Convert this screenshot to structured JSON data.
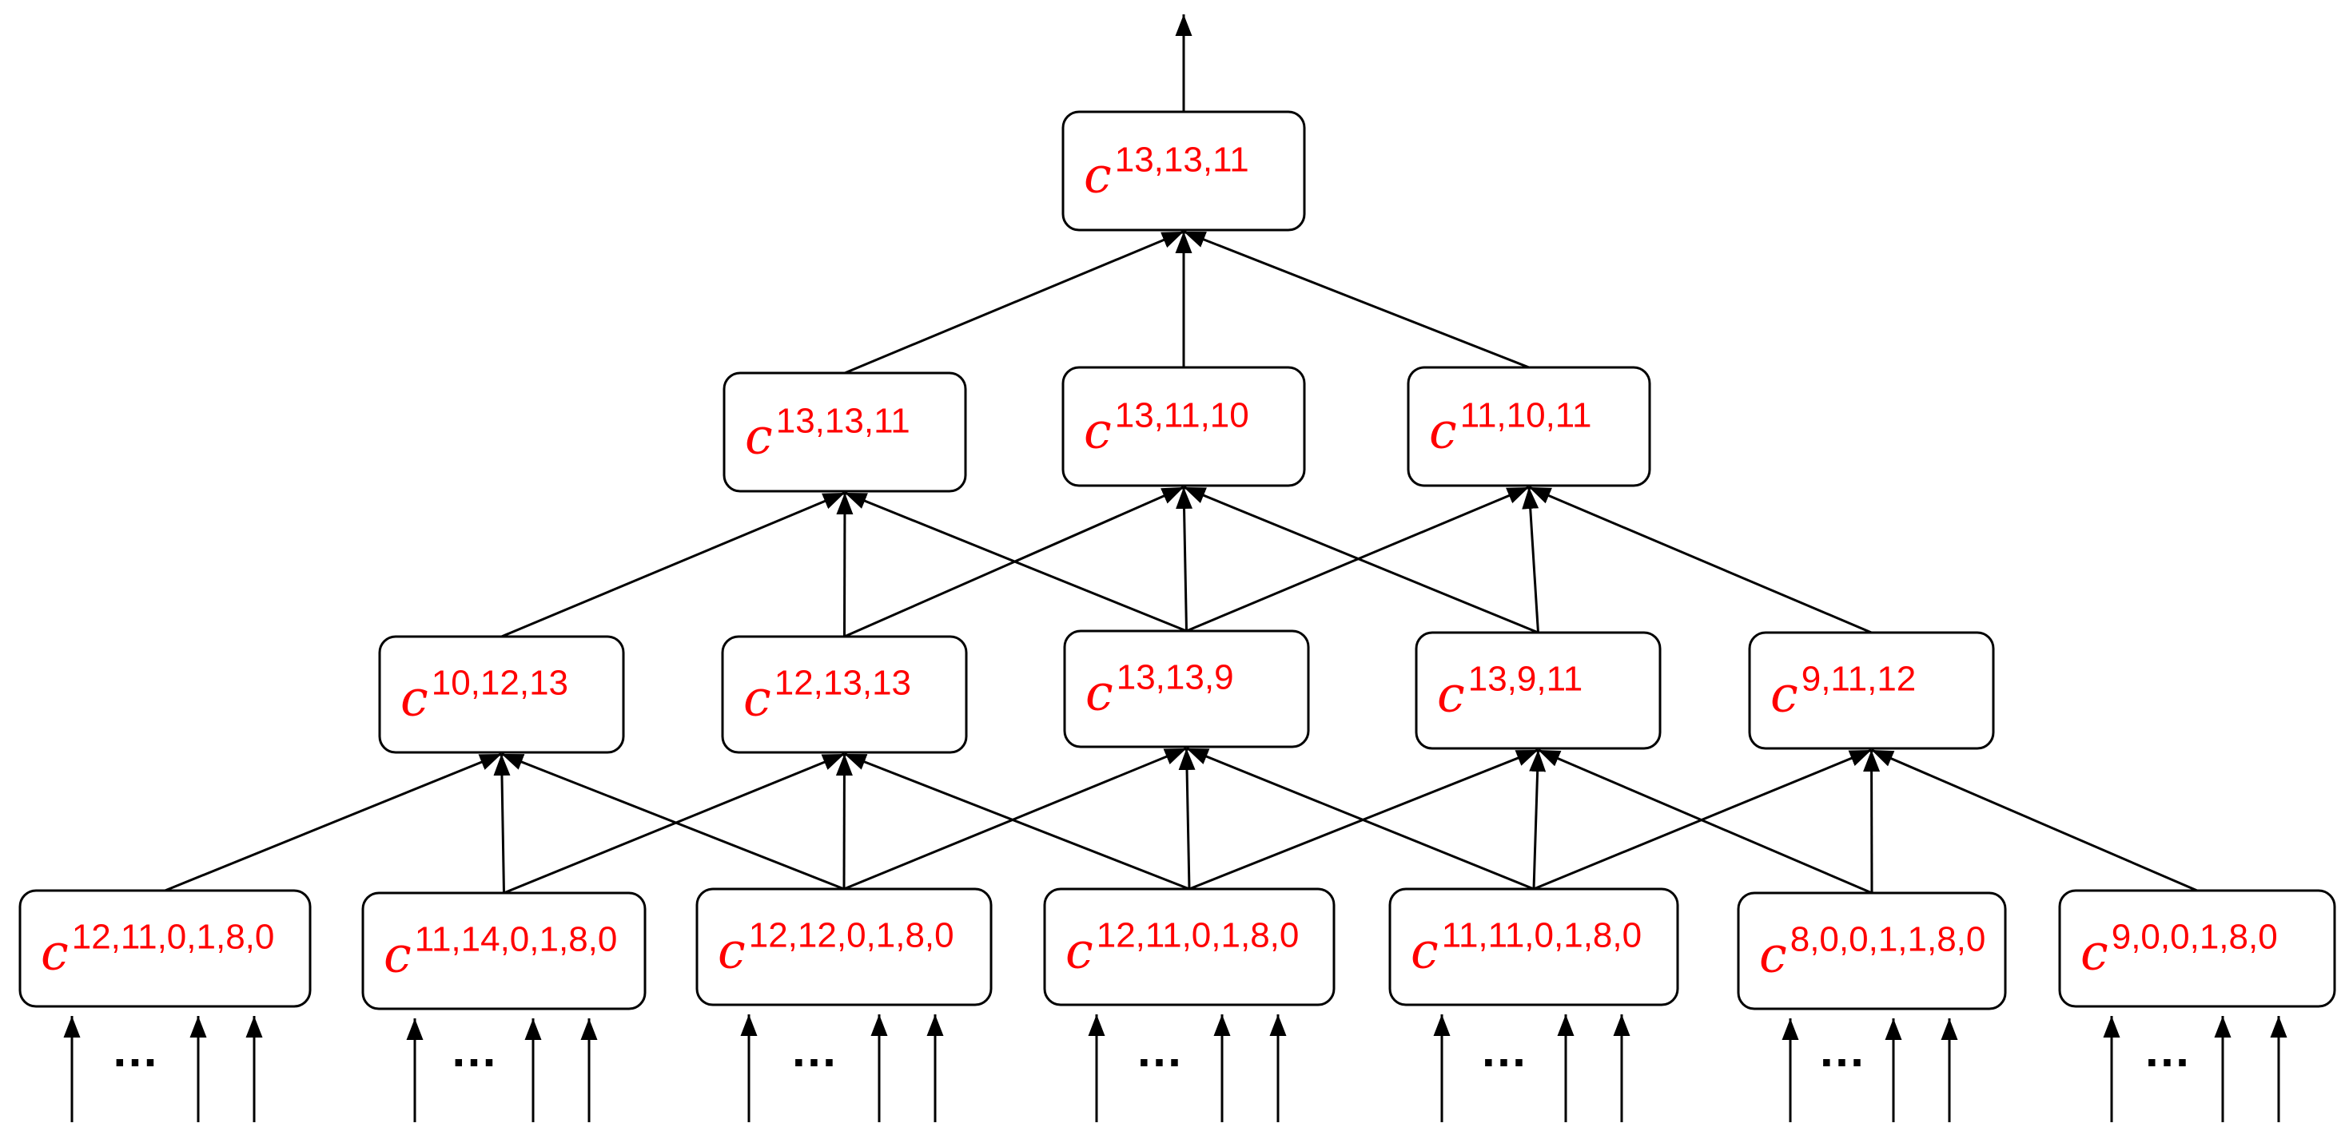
{
  "colors": {
    "label": "#ff0000",
    "stroke": "#000000",
    "background": "#ffffff"
  },
  "levels": [
    {
      "level": 0,
      "nodes": [
        {
          "id": "top",
          "base": "c",
          "sup": "13,13,11"
        }
      ]
    },
    {
      "level": 1,
      "nodes": [
        {
          "id": "l1a",
          "base": "c",
          "sup": "13,13,11"
        },
        {
          "id": "l1b",
          "base": "c",
          "sup": "13,11,10"
        },
        {
          "id": "l1c",
          "base": "c",
          "sup": "11,10,11"
        }
      ]
    },
    {
      "level": 2,
      "nodes": [
        {
          "id": "l2a",
          "base": "c",
          "sup": "10,12,13"
        },
        {
          "id": "l2b",
          "base": "c",
          "sup": "12,13,13"
        },
        {
          "id": "l2c",
          "base": "c",
          "sup": "13,13,9"
        },
        {
          "id": "l2d",
          "base": "c",
          "sup": "13,9,11"
        },
        {
          "id": "l2e",
          "base": "c",
          "sup": "9,11,12"
        }
      ]
    },
    {
      "level": 3,
      "nodes": [
        {
          "id": "l3a",
          "base": "c",
          "sup": "12,11,0,1,8,0"
        },
        {
          "id": "l3b",
          "base": "c",
          "sup": "11,14,0,1,8,0"
        },
        {
          "id": "l3c",
          "base": "c",
          "sup": "12,12,0,1,8,0"
        },
        {
          "id": "l3d",
          "base": "c",
          "sup": "12,11,0,1,8,0"
        },
        {
          "id": "l3e",
          "base": "c",
          "sup": "11,11,0,1,8,0"
        },
        {
          "id": "l3f",
          "base": "c",
          "sup": "8,0,0,1,1,8,0"
        },
        {
          "id": "l3g",
          "base": "c",
          "sup": "9,0,0,1,8,0"
        }
      ]
    }
  ],
  "edges": [
    [
      "l1a",
      "top"
    ],
    [
      "l1b",
      "top"
    ],
    [
      "l1c",
      "top"
    ],
    [
      "l2a",
      "l1a"
    ],
    [
      "l2b",
      "l1a"
    ],
    [
      "l2c",
      "l1a"
    ],
    [
      "l2b",
      "l1b"
    ],
    [
      "l2c",
      "l1b"
    ],
    [
      "l2d",
      "l1b"
    ],
    [
      "l2c",
      "l1c"
    ],
    [
      "l2d",
      "l1c"
    ],
    [
      "l2e",
      "l1c"
    ],
    [
      "l3a",
      "l2a"
    ],
    [
      "l3b",
      "l2a"
    ],
    [
      "l3c",
      "l2a"
    ],
    [
      "l3b",
      "l2b"
    ],
    [
      "l3c",
      "l2b"
    ],
    [
      "l3d",
      "l2b"
    ],
    [
      "l3c",
      "l2c"
    ],
    [
      "l3d",
      "l2c"
    ],
    [
      "l3e",
      "l2c"
    ],
    [
      "l3d",
      "l2d"
    ],
    [
      "l3e",
      "l2d"
    ],
    [
      "l3f",
      "l2d"
    ],
    [
      "l3e",
      "l2e"
    ],
    [
      "l3f",
      "l2e"
    ],
    [
      "l3g",
      "l2e"
    ]
  ],
  "ellipsis": "…"
}
